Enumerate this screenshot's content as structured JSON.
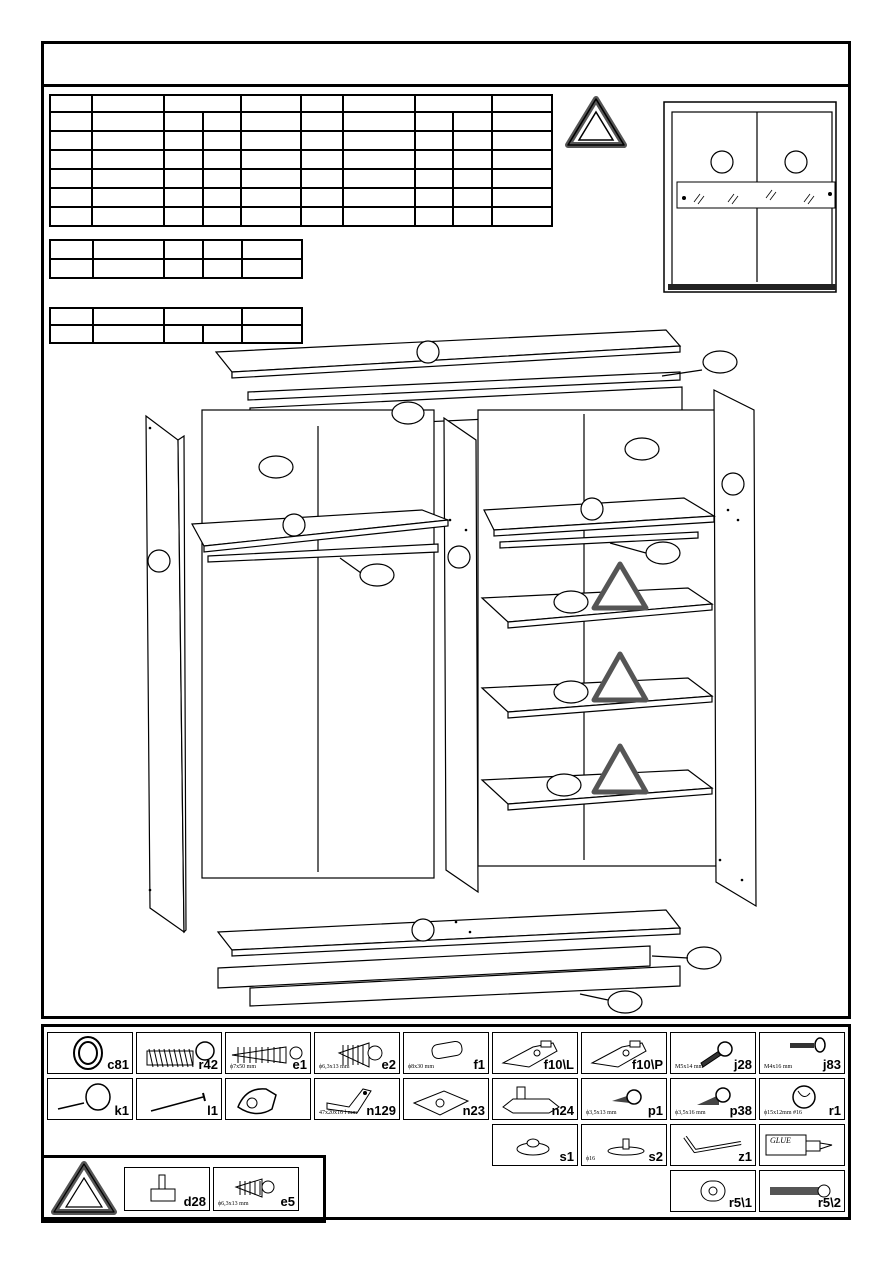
{
  "hardware": [
    {
      "code": "c81",
      "spec": "",
      "icon": "coil-spring-icon"
    },
    {
      "code": "r42",
      "spec": "",
      "icon": "threaded-bolt-icon"
    },
    {
      "code": "e1",
      "spec": "ϕ7x50 mm",
      "icon": "long-plug-icon"
    },
    {
      "code": "e2",
      "spec": "ϕ6,3x13 mm",
      "icon": "short-plug-icon"
    },
    {
      "code": "f1",
      "spec": "ϕ8x30 mm",
      "icon": "wooden-dowel-icon"
    },
    {
      "code": "f10\\L",
      "spec": "",
      "icon": "left-guide-icon"
    },
    {
      "code": "f10\\P",
      "spec": "",
      "icon": "right-guide-icon"
    },
    {
      "code": "j28",
      "spec": "M5x14 mm",
      "icon": "machine-screw-icon"
    },
    {
      "code": "j83",
      "spec": "M4x16 mm",
      "icon": "small-screw-icon"
    },
    {
      "code": "k1",
      "spec": "",
      "icon": "pushpin-icon"
    },
    {
      "code": "l1",
      "spec": "",
      "icon": "nail-icon"
    },
    {
      "code": "",
      "spec": "",
      "icon": "cam-lock-icon"
    },
    {
      "code": "n129",
      "spec": "47x20x16 l mm",
      "icon": "angle-bracket-icon"
    },
    {
      "code": "n23",
      "spec": "",
      "icon": "mounting-plate-icon"
    },
    {
      "code": "n24",
      "spec": "",
      "icon": "guide-block-icon"
    },
    {
      "code": "p1",
      "spec": "ϕ3,5x13 mm",
      "icon": "wood-screw-icon"
    },
    {
      "code": "p38",
      "spec": "ϕ3,5x16 mm",
      "icon": "wood-screw-long-icon"
    },
    {
      "code": "r1",
      "spec": "ϕ15x12mm #16",
      "icon": "cam-fitting-icon"
    },
    {
      "code": "s1",
      "spec": "",
      "icon": "furniture-glide-icon"
    },
    {
      "code": "s2",
      "spec": "ϕ16",
      "icon": "flat-glide-icon"
    },
    {
      "code": "z1",
      "spec": "",
      "icon": "hex-key-icon"
    },
    {
      "code": "",
      "spec": "",
      "icon": "glue-bottle-icon",
      "label": "GLUE"
    },
    {
      "code": "r5\\1",
      "spec": "",
      "icon": "cross-dowel-icon"
    },
    {
      "code": "r5\\2",
      "spec": "",
      "icon": "connector-bolt-icon"
    }
  ],
  "warning_hardware": [
    {
      "code": "d28",
      "spec": "",
      "icon": "shelf-support-icon"
    },
    {
      "code": "e5",
      "spec": "ϕ6,3x13 mm",
      "icon": "shelf-plug-icon"
    }
  ],
  "colors": {
    "line": "#000000",
    "warning_fill": "#ffffff",
    "warning_stroke": "#555555"
  }
}
